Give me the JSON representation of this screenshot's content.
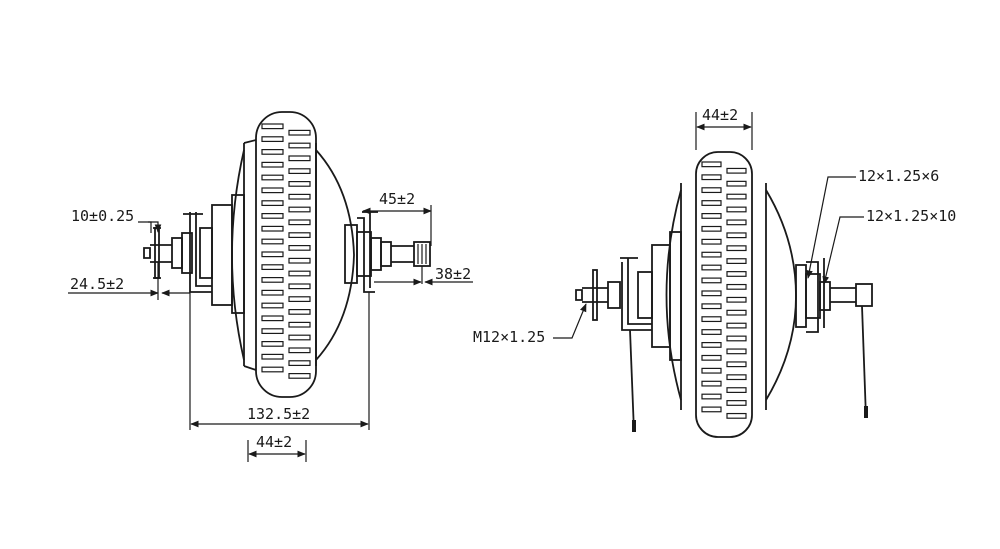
{
  "left_view": {
    "dims": {
      "d_10": "10±0.25",
      "d_245": "24.5±2",
      "d_45": "45±2",
      "d_38": "38±2",
      "d_1325": "132.5±2",
      "d_44": "44±2"
    }
  },
  "right_view": {
    "dims": {
      "d_44": "44±2",
      "d_12_6": "12×1.25×6",
      "d_12_10": "12×1.25×10",
      "d_m12": "M12×1.25"
    }
  },
  "colors": {
    "line": "#1a1a1a",
    "background": "#ffffff"
  }
}
